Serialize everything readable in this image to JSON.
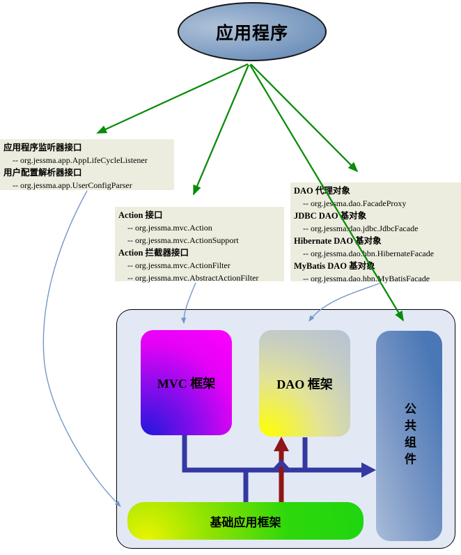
{
  "diagram": {
    "root_node": {
      "label": "应用程序"
    },
    "interface_boxes": {
      "app_listener": {
        "lines": [
          "应用程序监听器接口",
          "-- org.jessma.app.AppLifeCycleListener",
          "用户配置解析器接口",
          "-- org.jessma.app.UserConfigParser"
        ]
      },
      "action": {
        "lines": [
          "Action 接口",
          "-- org.jessma.mvc.Action",
          "-- org.jessma.mvc.ActionSupport",
          "Action 拦截器接口",
          "-- org.jessma.mvc.ActionFilter",
          "-- org.jessma.mvc.AbstractActionFilter"
        ]
      },
      "dao": {
        "lines": [
          "DAO 代理对象",
          "-- org.jessma.dao.FacadeProxy",
          "JDBC DAO 基对象",
          "-- org.jessma.dao.jdbc.JdbcFacade",
          "Hibernate DAO 基对象",
          "-- org.jessma.dao.hbn.HibernateFacade",
          "MyBatis DAO 基对象",
          "-- org.jessma.dao.hbn.MyBatisFacade"
        ]
      }
    },
    "framework_nodes": {
      "mvc": "MVC 框架",
      "dao": "DAO 框架",
      "common": "公共组件",
      "base": "基础应用框架"
    },
    "colors": {
      "green_arrow": "#0a8c0a",
      "thin_blue_arrow": "#7296c8",
      "navy_connector": "#3439a2",
      "maroon_arrow": "#8f1616",
      "container_fill": "#e2e9f4",
      "infobox_fill": "#ecedde"
    }
  }
}
